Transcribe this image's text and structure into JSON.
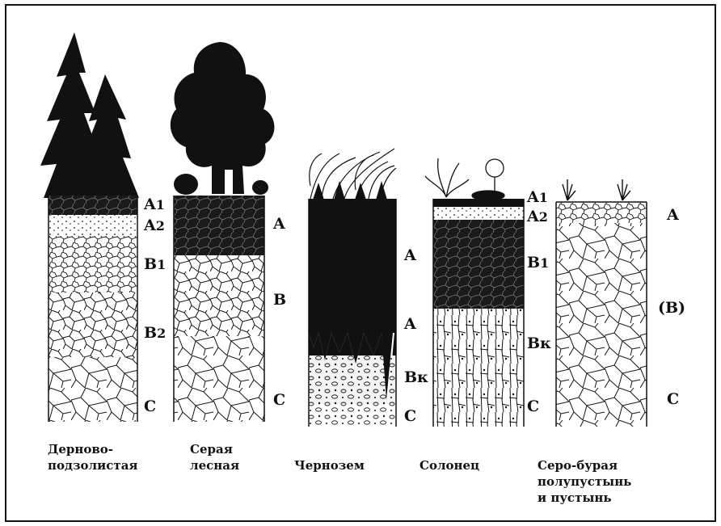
{
  "profiles": [
    {
      "caption": "Дерново-\nподзолистая",
      "horizons": [
        "A1",
        "A2",
        "B1",
        "B2",
        "C"
      ]
    },
    {
      "caption": "Серая\nлесная",
      "horizons": [
        "A",
        "B",
        "C"
      ]
    },
    {
      "caption": "Чернозем",
      "horizons": [
        "A",
        "A",
        "Bк",
        "C"
      ]
    },
    {
      "caption": "Солонец",
      "horizons": [
        "A1",
        "A2",
        "B1",
        "Bк",
        "C"
      ]
    },
    {
      "caption": "Серо-бурая\nполупустынь\nи пустынь",
      "horizons": [
        "A",
        "(B)",
        "C"
      ]
    }
  ]
}
